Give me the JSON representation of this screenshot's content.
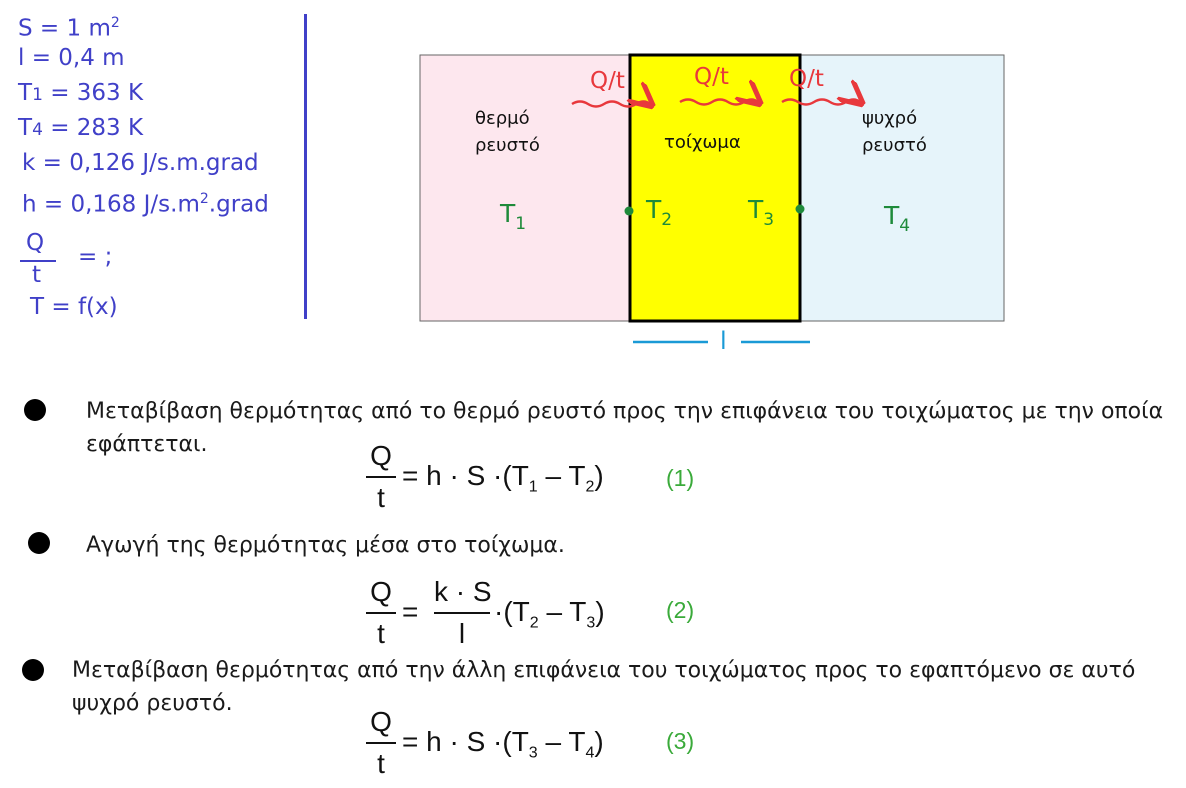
{
  "given": {
    "S": "S = 1 m",
    "S_sup": "2",
    "l": "l = 0,4 m",
    "T1": "T",
    "T1_sub": "1",
    "T1_val": " = 363 K",
    "T4": "T",
    "T4_sub": "4",
    "T4_val": " = 283 K",
    "k": "k = 0,126 J/s.m.grad",
    "h_pre": "h = 0,168 J/s.m",
    "h_sup": "2",
    "h_post": ".grad",
    "q_num": "Q",
    "q_den": "t",
    "q_rhs": "= ;",
    "tfx": "T = f(x)"
  },
  "diagram": {
    "hot_label_1": "θερμό",
    "hot_label_2": "ρευστό",
    "wall_label": "τοίχωμα",
    "cold_label_1": "ψυχρό",
    "cold_label_2": "ρευστό",
    "heat_flow": "Q/t",
    "T": "T",
    "T1_sub": "1",
    "T2_sub": "2",
    "T3_sub": "3",
    "T4_sub": "4",
    "thickness": "l",
    "colors": {
      "hot": "#fde7ee",
      "wall": "#ffff00",
      "cold": "#e6f4fa",
      "arrow": "#e8383c",
      "temp": "#1e8a3a",
      "dim": "#1a9ad6"
    }
  },
  "items": [
    {
      "text": "Μεταβίβαση θερμότητας από το θερμό ρευστό προς την επιφάνεια του τοιχώματος με την οποία εφάπτεται."
    },
    {
      "text": "Αγωγή της θερμότητας μέσα στο τοίχωμα."
    },
    {
      "text": "Μεταβίβαση θερμότητας από την άλλη επιφάνεια του τοιχώματος προς το εφαπτόμενο σε αυτό ψυχρό ρευστό."
    }
  ],
  "equations": {
    "Q": "Q",
    "t": "t",
    "eq1_rest": "= h · S ·(T",
    "eq1_mid": " – T",
    "eq1_end": ")",
    "eq1_sub_a": "1",
    "eq1_sub_b": "2",
    "eq1_num": "(1)",
    "eq2_eq": "=",
    "eq2_k": "k · S",
    "eq2_l": "l",
    "eq2_rest": "·(T",
    "eq2_sub_a": "2",
    "eq2_sub_b": "3",
    "eq2_num": "(2)",
    "eq3_rest": "= h · S ·(T",
    "eq3_sub_a": "3",
    "eq3_sub_b": "4",
    "eq3_num": "(3)"
  }
}
